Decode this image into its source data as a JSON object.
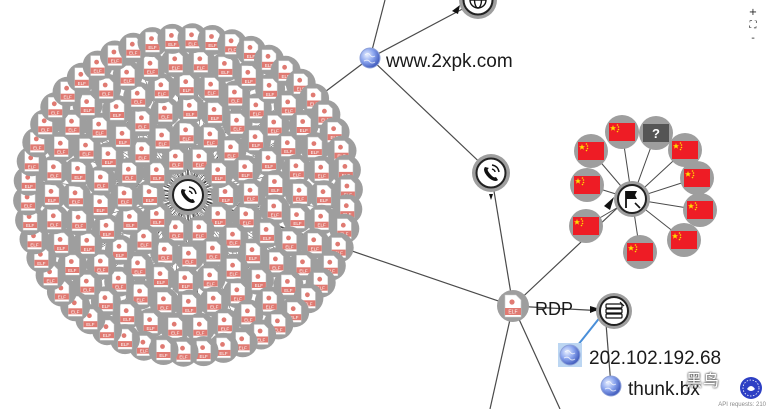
{
  "nodes": {
    "domain_label": "www.2xpk.com",
    "rdp_label": "RDP",
    "ip_label": "202.102.192.68",
    "dns_label": "thunk.bx",
    "elf_badge": "ELF",
    "unknown_mark": "?",
    "elf_cluster_count": 160,
    "flag_count": 9
  },
  "controls": {
    "zoom_in": "+",
    "fit": "⛶",
    "zoom_out": "-"
  },
  "footer": {
    "api_text": "API requests: 210"
  },
  "watermark": {
    "text": "黑鸟"
  },
  "icons": {
    "hub": "phone-call-icon",
    "globe": "globe-icon",
    "server": "server-icon",
    "flag": "flag-icon",
    "elf": "elf-file-icon"
  },
  "colors": {
    "node_gray": "#9e9e9e",
    "elf_red": "#e07a72",
    "flag_red": "#ee1c25",
    "flag_star": "#ffde00",
    "edge": "#4a4a4a",
    "highlight": "#4a8fd9"
  }
}
